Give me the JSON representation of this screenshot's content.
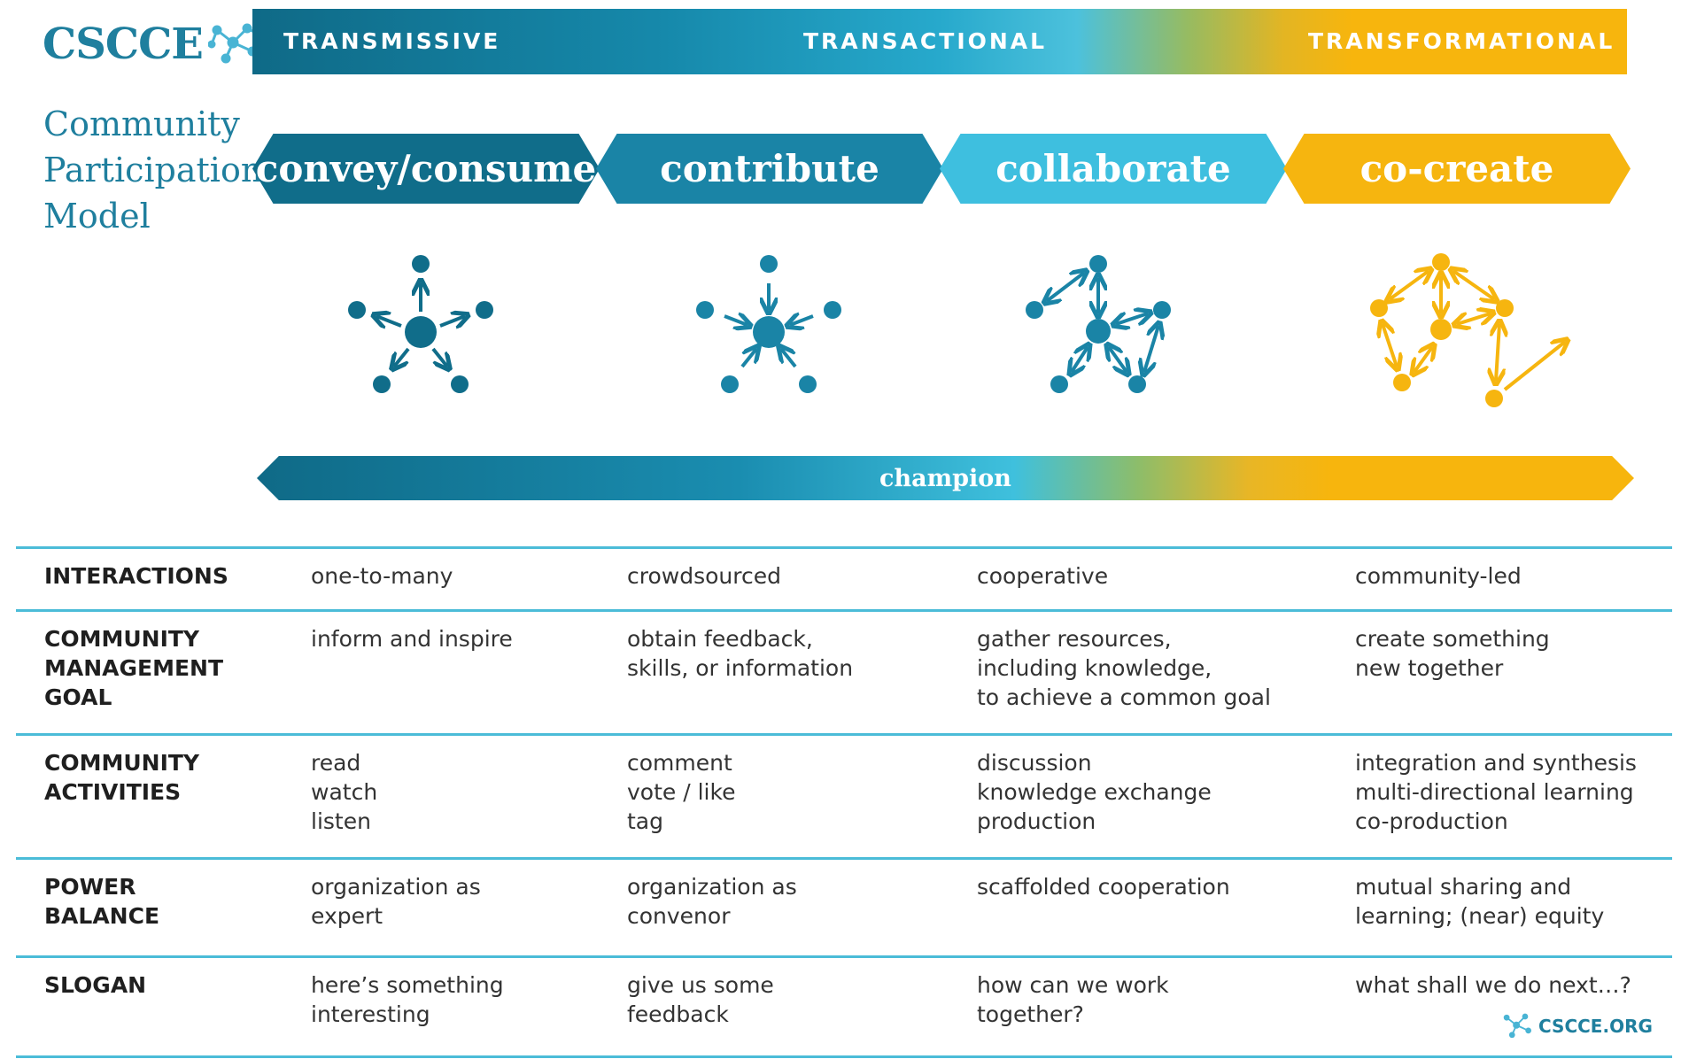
{
  "logo": {
    "text": "CSCCE",
    "icon": "network-molecule-icon"
  },
  "bands": [
    "TRANSMISSIVE",
    "TRANSACTIONAL",
    "TRANSFORMATIONAL"
  ],
  "title_lines": [
    "Community",
    "Participation",
    "Model"
  ],
  "stages": [
    {
      "label": "convey/consume",
      "color": "#106d8a",
      "icon": "broadcast-star-icon"
    },
    {
      "label": "contribute",
      "color": "#1a84a6",
      "icon": "inward-star-icon"
    },
    {
      "label": "collaborate",
      "color": "#3ebfdf",
      "icon": "interconnected-network-icon"
    },
    {
      "label": "co-create",
      "color": "#f6b50f",
      "icon": "co-creation-network-icon"
    }
  ],
  "champion": "champion",
  "table": {
    "rows": [
      {
        "head": [
          "INTERACTIONS"
        ],
        "cells": [
          [
            "one-to-many"
          ],
          [
            "crowdsourced"
          ],
          [
            "cooperative"
          ],
          [
            "community-led"
          ]
        ]
      },
      {
        "head": [
          "COMMUNITY",
          "MANAGEMENT",
          "GOAL"
        ],
        "cells": [
          [
            "inform and inspire"
          ],
          [
            "obtain feedback,",
            "skills, or information"
          ],
          [
            "gather resources,",
            "including knowledge,",
            "to achieve a common goal"
          ],
          [
            "create something",
            "new together"
          ]
        ]
      },
      {
        "head": [
          "COMMUNITY",
          "ACTIVITIES"
        ],
        "cells": [
          [
            "read",
            "watch",
            "listen"
          ],
          [
            "comment",
            "vote / like",
            "tag"
          ],
          [
            "discussion",
            "knowledge exchange",
            "production"
          ],
          [
            "integration and synthesis",
            "multi-directional learning",
            "co-production"
          ]
        ]
      },
      {
        "head": [
          "POWER",
          "BALANCE"
        ],
        "cells": [
          [
            "organization as",
            "expert"
          ],
          [
            "organization as",
            "convenor"
          ],
          [
            "scaffolded cooperation"
          ],
          [
            "mutual sharing and",
            "learning; (near) equity"
          ]
        ]
      },
      {
        "head": [
          "SLOGAN"
        ],
        "cells": [
          [
            "here’s something",
            "interesting"
          ],
          [
            "give us some",
            "feedback"
          ],
          [
            "how can we work",
            "together?"
          ],
          [
            "what shall we do next…?"
          ]
        ]
      }
    ]
  },
  "footer": {
    "text": "CSCCE.ORG",
    "icon": "network-molecule-icon"
  },
  "colors": {
    "teal_dark": "#106d8a",
    "teal": "#1a84a6",
    "teal_light": "#3ebfdf",
    "gold": "#f6b50f",
    "rule": "#4bbcd8",
    "logo": "#1f7f9e"
  }
}
